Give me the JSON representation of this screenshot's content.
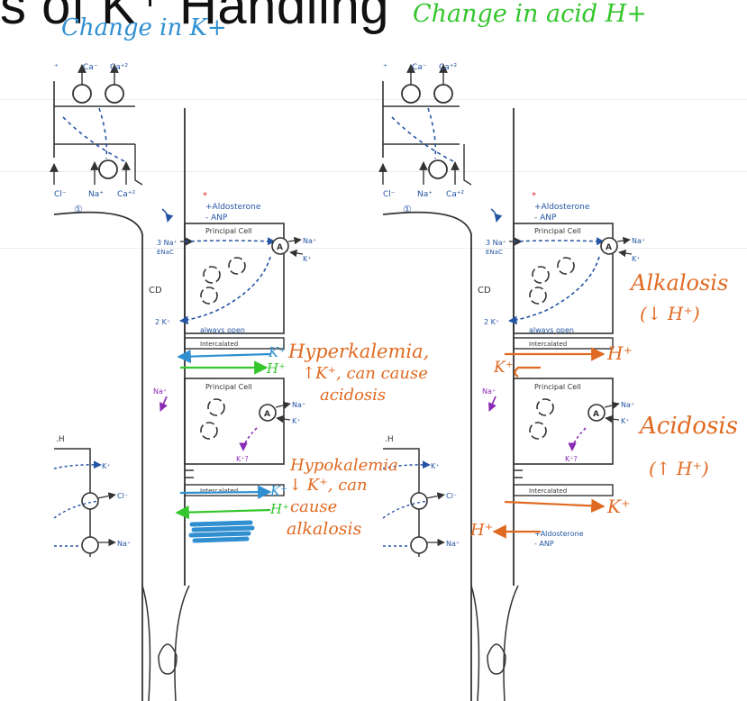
{
  "slide": {
    "title": "s of K⁺ Handling"
  },
  "headers": {
    "left": "Change in K+",
    "right": "Change in acid H+"
  },
  "diagram": {
    "duct_label": "CD",
    "aldosterone": "+Aldosterone",
    "anp": "- ANP",
    "principal_cell": "Principal Cell",
    "intercalated": "Intercalated",
    "enac": "ENaC",
    "always_open": "always open",
    "pump": "A",
    "na_3": "3 Na⁺",
    "k_2": "2 K⁺",
    "na": "Na⁺",
    "k": "K⁺",
    "k_q": "K⁺?",
    "cl": "Cl⁻",
    "ca": "Ca⁻",
    "ca2": "Ca⁺²",
    "h_label": ".H",
    "num_circle": "①"
  },
  "annotations_left": {
    "k_plus": "K⁺",
    "h_plus": "H⁺",
    "hyperkalemia": "Hyperkalemia,",
    "hyper_line2": "↑K⁺, can cause",
    "hyper_line3": "acidosis",
    "hypokalemia": "Hypokalemia",
    "hypo_line2": "↓ K⁺, can",
    "hypo_line3": "cause",
    "hypo_line4": "alkalosis"
  },
  "annotations_right": {
    "alkalosis": "Alkalosis",
    "alkalosis_sub": "(↓ H⁺)",
    "acidosis": "Acidosis",
    "acidosis_sub": "(↑ H⁺)",
    "h_plus": "H⁺",
    "k_plus": "K⁺"
  },
  "colors": {
    "blue_ink": "#2f8fd1",
    "green_ink": "#34c62c",
    "orange_ink": "#e06a22",
    "diagram_blue": "#2455a4",
    "purple": "#8a2bb5",
    "red_mark": "#d9302a"
  }
}
